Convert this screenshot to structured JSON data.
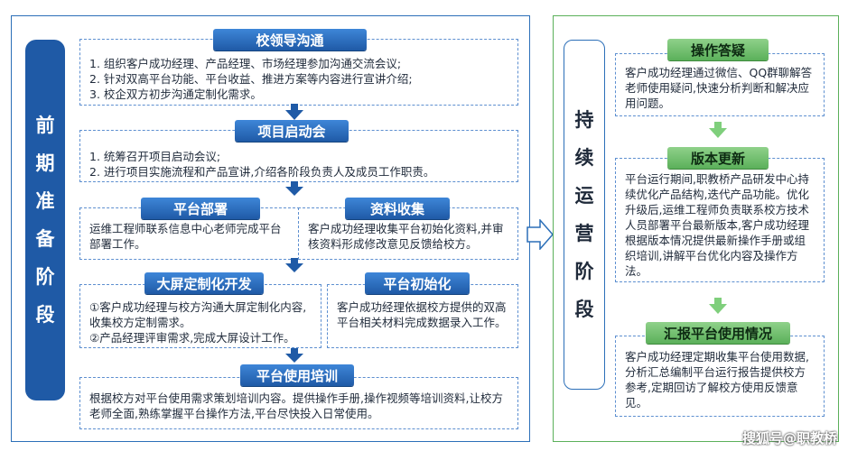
{
  "left_phase": "前期准备阶段",
  "right_phase": "持续运营阶段",
  "leadership": {
    "title": "校领导沟通",
    "items": [
      "1.   组织客户成功经理、产品经理、市场经理参加沟通交流会议;",
      "2.   针对双高平台功能、平台收益、推进方案等内容进行宣讲介绍;",
      "3.   校企双方初步沟通定制化需求。"
    ]
  },
  "kickoff": {
    "title": "项目启动会",
    "items": [
      "1.   统筹召开项目启动会议;",
      "2.   进行项目实施流程和产品宣讲,介绍各阶段负责人及成员工作职责。"
    ]
  },
  "deploy": {
    "title": "平台部署",
    "text": "运维工程师联系信息中心老师完成平台部署工作。"
  },
  "collect": {
    "title": "资料收集",
    "text": "客户成功经理收集平台初始化资料,并审核资料形成修改意见反馈给校方。"
  },
  "screen": {
    "title": "大屏定制化开发",
    "items": [
      "①客户成功经理与校方沟通大屏定制化内容,收集校方定制需求。",
      "②产品经理评审需求,完成大屏设计工作。"
    ]
  },
  "init": {
    "title": "平台初始化",
    "text": "客户成功经理依据校方提供的双高平台相关材料完成数据录入工作。"
  },
  "training": {
    "title": "平台使用培训",
    "text": "根据校方对平台使用需求策划培训内容。提供操作手册,操作视频等培训资料,让校方老师全面,熟练掌握平台操作方法,平台尽快投入日常使用。"
  },
  "qa": {
    "title": "操作答疑",
    "text": "客户成功经理通过微信、QQ群聊解答老师使用疑问,快速分析判断和解决应用问题。"
  },
  "update": {
    "title": "版本更新",
    "text": "平台运行期间,职教桥产品研发中心持续优化产品结构,迭代产品功能。优化升级后,运维工程师负责联系校方技术人员部署平台最新版本,客户成功经理根据版本情况提供最新操作手册或组织培训,讲解平台优化内容及操作方法。"
  },
  "report": {
    "title": "汇报平台使用情况",
    "text": "客户成功经理定期收集平台使用数据,分析汇总编制平台运行报告提供校方参考,定期回访了解校方使用反馈意见。"
  },
  "watermark": "搜狐号@职教桥",
  "colors": {
    "blue": "#1f5aa6",
    "green": "#5bb05a",
    "border": "#2c6fb8"
  }
}
